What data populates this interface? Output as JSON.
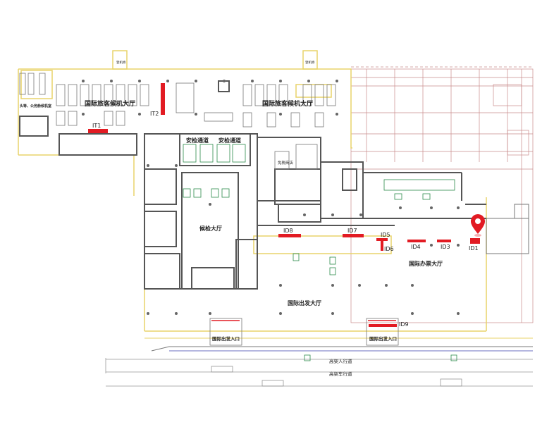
{
  "map": {
    "halls": {
      "waiting_hall_left": "国际旅客候机大厅",
      "waiting_hall_right": "国际旅客候机大厅",
      "vip_room": "头等、公务舱候机室",
      "security_a": "安检通道",
      "security_b": "安检通道",
      "duty_free": "免税商店",
      "inspection_hall": "候检大厅",
      "ticket_hall": "国际办票大厅",
      "departure_hall": "国际出发大厅",
      "entrance_left": "国际出发入口",
      "entrance_right": "国际出发入口",
      "walkway": "高架人行道",
      "roadway": "高架车行道",
      "bridge_left": "登机桥",
      "bridge_right": "登机桥"
    },
    "markers": {
      "IT1": "IT1",
      "IT2": "IT2",
      "ID1": "ID1",
      "ID3": "ID3",
      "ID4": "ID4",
      "ID5": "ID5",
      "ID6": "ID6",
      "ID7": "ID7",
      "ID8": "ID8",
      "ID9": "ID9"
    },
    "colors": {
      "wall": "#555555",
      "outline": "#e8d36a",
      "grid": "#c98b8b",
      "marker": "#e21b23",
      "pin": "#e21b23"
    },
    "pin_icon": "location-pin-icon"
  }
}
